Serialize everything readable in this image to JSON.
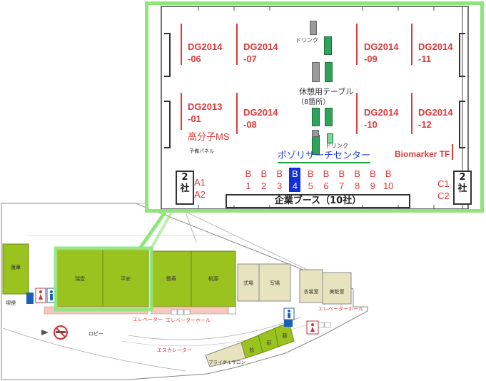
{
  "inset": {
    "booths_top": [
      {
        "id": "dg2014-06",
        "text": "DG2014\n-06"
      },
      {
        "id": "dg2014-07",
        "text": "DG2014\n-07"
      },
      {
        "id": "dg2014-09",
        "text": "DG2014\n-09"
      },
      {
        "id": "dg2014-11",
        "text": "DG2014\n-11"
      }
    ],
    "booths_mid": [
      {
        "id": "dg2013-01",
        "text": "DG2013\n-01"
      },
      {
        "id": "dg2014-08",
        "text": "DG2014\n-08"
      },
      {
        "id": "dg2014-10",
        "text": "DG2014\n-10"
      },
      {
        "id": "dg2014-12",
        "text": "DG2014\n-12"
      }
    ],
    "drink_top": "ドリンク",
    "drink_bottom": "ドリンク",
    "rest_table": "休憩用テーブル",
    "rest_table_count": "（8箇所）",
    "polymer_ms": "高分子MS",
    "spare_panel": "予備パネル",
    "bozori": "ボゾリサーチセンター",
    "biomarker": "Biomarker TF",
    "left_box": "2\n社",
    "right_box": "2\n社",
    "a1": "A1",
    "a2": "A2",
    "c1": "C1",
    "c2": "C2",
    "b_letters": [
      "B",
      "B",
      "B",
      "B",
      "B",
      "B",
      "B",
      "B",
      "B",
      "B"
    ],
    "b_numbers": [
      "1",
      "2",
      "3",
      "4",
      "5",
      "6",
      "7",
      "8",
      "9",
      "10"
    ],
    "corporate_booths": "企業ブース（10社）"
  },
  "floor": {
    "rooms": {
      "r1": "蓮華",
      "r2": "瑞雲",
      "r3": "平安",
      "r4": "鶴寿",
      "r5": "桃源",
      "r6": "式場",
      "r7": "写場",
      "r8": "衣裳室",
      "r9": "美粧室",
      "r10": "藤",
      "r11": "萩",
      "r12": "松",
      "r13": "ブライダルサロン"
    },
    "labels": {
      "lobby": "ロビー",
      "escalator": "エスカレーター",
      "elevator": "エレベーター",
      "elevator_hall_1": "エレベーターホール",
      "elevator_hall_2": "エレベーターホール",
      "wc": "喫煙"
    }
  }
}
